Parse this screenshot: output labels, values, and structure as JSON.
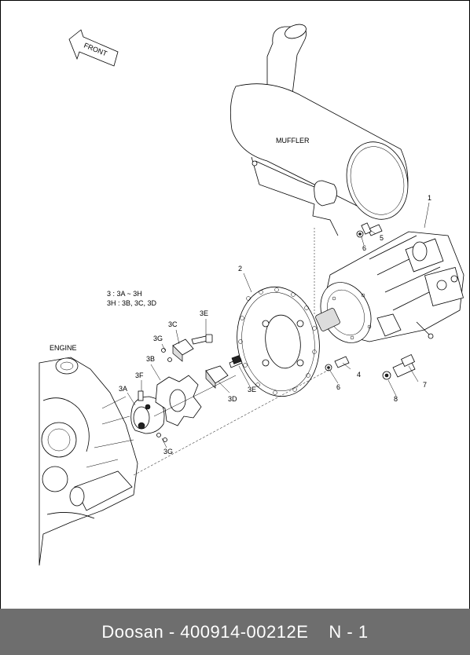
{
  "diagram": {
    "direction_label": "FRONT",
    "muffler_label": "MUFFLER",
    "engine_label": "ENGINE",
    "note_line1": "3 : 3A ~ 3H",
    "note_line2": "3H : 3B, 3C, 3D",
    "callouts": {
      "c1": "1",
      "c2": "2",
      "c3a": "3A",
      "c3b": "3B",
      "c3c": "3C",
      "c3d": "3D",
      "c3e_top": "3E",
      "c3e_bot": "3E",
      "c3f": "3F",
      "c3g_top": "3G",
      "c3g_bot": "3G",
      "c4": "4",
      "c5": "5",
      "c6_top": "6",
      "c6_bot": "6",
      "c7": "7",
      "c8": "8"
    }
  },
  "footer": {
    "brand_code": "Doosan - 400914-00212E",
    "page": "N - 1"
  }
}
